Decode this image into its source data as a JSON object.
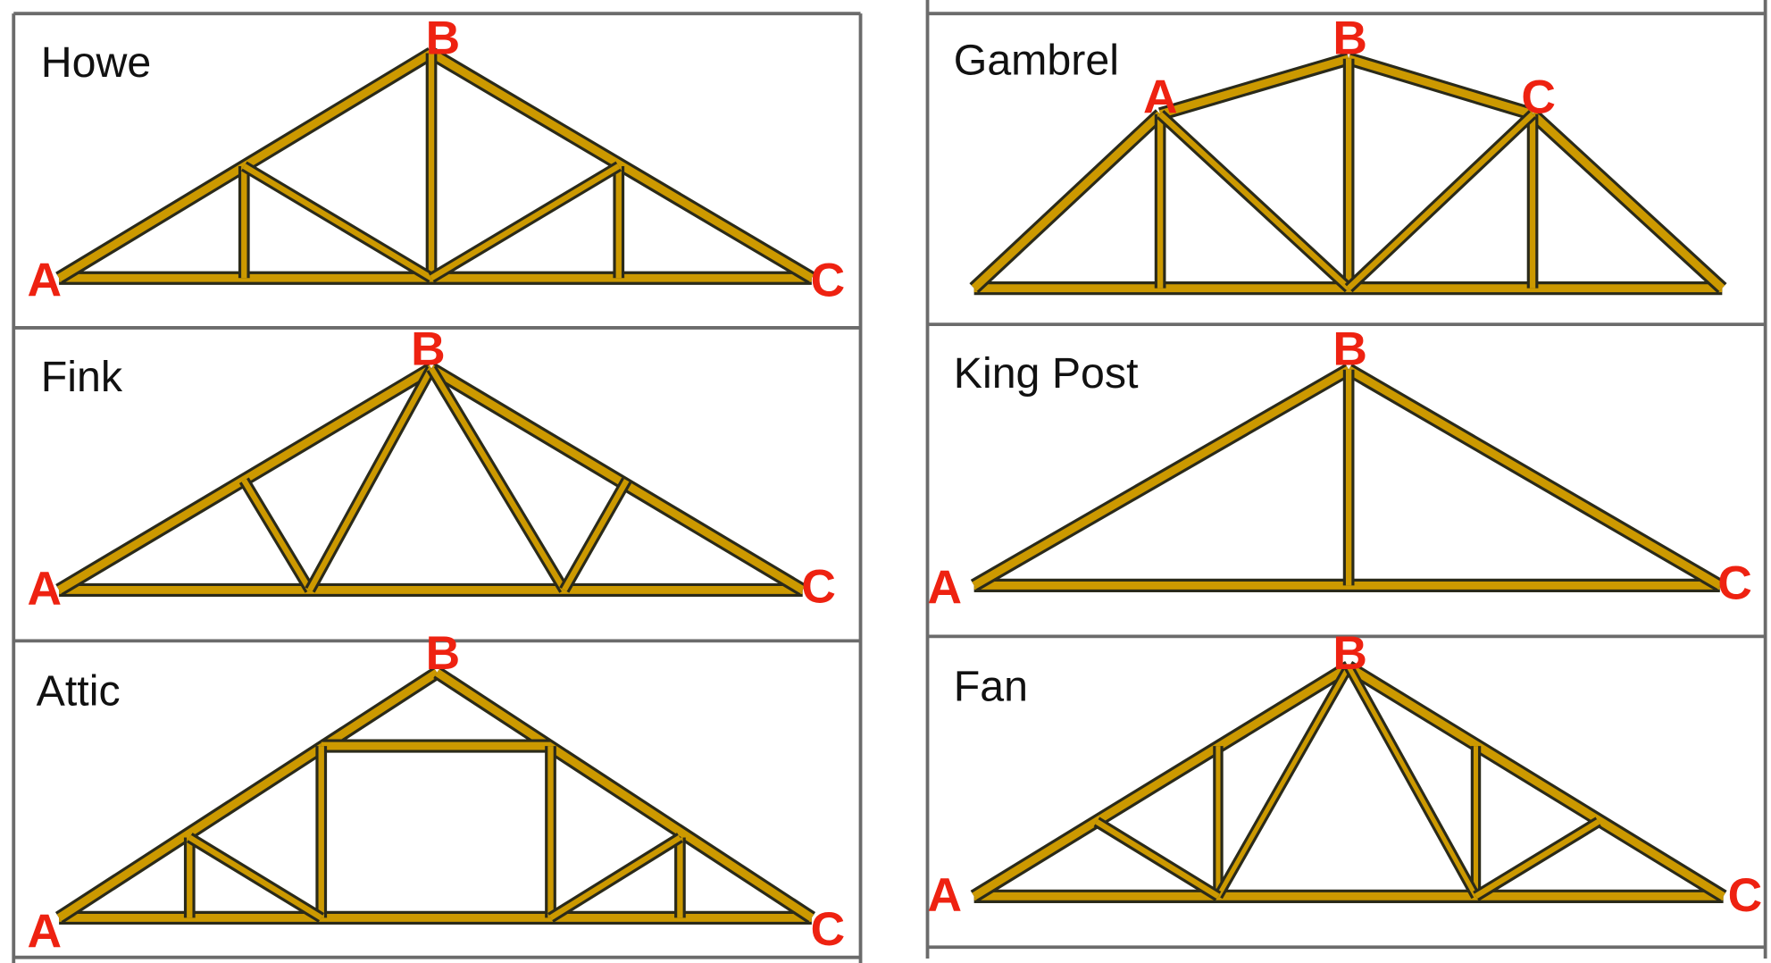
{
  "colors": {
    "wood": "#cc9900",
    "wood_outline": "#2a2a1a",
    "node_label": "#ee2211",
    "frame": "#6b6b6b",
    "title_text": "#111111"
  },
  "panels": [
    {
      "id": "howe",
      "title": "Howe",
      "nodes": [
        "A",
        "B",
        "C"
      ]
    },
    {
      "id": "fink",
      "title": "Fink",
      "nodes": [
        "A",
        "B",
        "C"
      ]
    },
    {
      "id": "attic",
      "title": "Attic",
      "nodes": [
        "A",
        "B",
        "C"
      ]
    },
    {
      "id": "gambrel",
      "title": "Gambrel",
      "nodes": [
        "A",
        "B",
        "C"
      ]
    },
    {
      "id": "king-post",
      "title": "King Post",
      "nodes": [
        "A",
        "B",
        "C"
      ]
    },
    {
      "id": "fan",
      "title": "Fan",
      "nodes": [
        "A",
        "B",
        "C"
      ]
    }
  ]
}
